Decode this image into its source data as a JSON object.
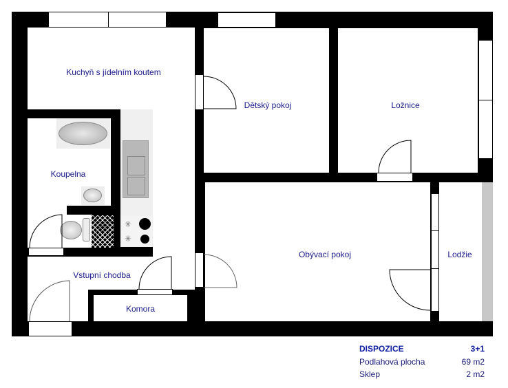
{
  "rooms": {
    "kitchen": "Kuchyň s jídelním koutem",
    "children_room": "Dětský pokoj",
    "bedroom": "Ložnice",
    "bathroom": "Koupelna",
    "hallway": "Vstupní chodba",
    "storage": "Komora",
    "living_room": "Obývací pokoj",
    "loggia": "Lodžie"
  },
  "summary": {
    "title": "DISPOZICE",
    "layout": "3+1",
    "rows": [
      {
        "label": "Podlahová plocha",
        "value": "69 m2"
      },
      {
        "label": "Sklep",
        "value": "2 m2"
      }
    ]
  },
  "colors": {
    "label": "#1a1a8c",
    "title": "#1020a0",
    "wall": "#000000",
    "counter": "#f0f0f0",
    "loggia_rail": "#c8c8c8"
  }
}
